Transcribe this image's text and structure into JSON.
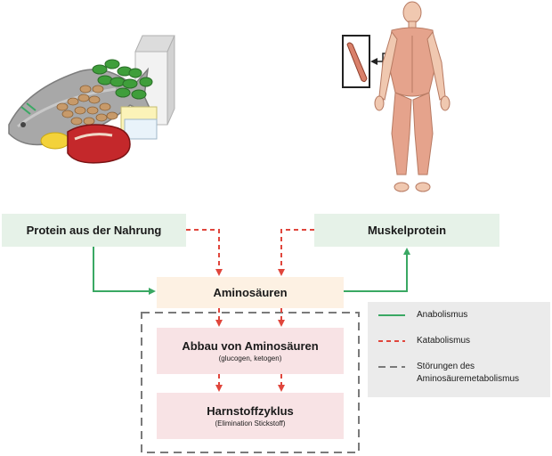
{
  "nodes": {
    "food": {
      "title": "Protein aus der Nahrung"
    },
    "muscle": {
      "title": "Muskelprotein"
    },
    "amino": {
      "title": "Aminosäuren"
    },
    "abbau": {
      "title": "Abbau von Aminosäuren",
      "sub": "(glucogen, ketogen)"
    },
    "harnstoff": {
      "title": "Harnstoffzyklus",
      "sub": "(Elimination Stickstoff)"
    }
  },
  "legend": {
    "anabolism": "Anabolismus",
    "catabolism": "Katabolismus",
    "disorders_line1": "Störungen des",
    "disorders_line2": "Aminosäuremetabolismus"
  },
  "colors": {
    "anabolism": "#3aa863",
    "catabolism": "#e0463c",
    "disorders": "#7a7a7a",
    "green_box": "#e6f2e8",
    "orange_box": "#fdf1e3",
    "pink_box": "#f8e3e5"
  },
  "icons": [
    "food-illustration",
    "human-muscle-anatomy-icon",
    "muscle-detail-icon"
  ]
}
